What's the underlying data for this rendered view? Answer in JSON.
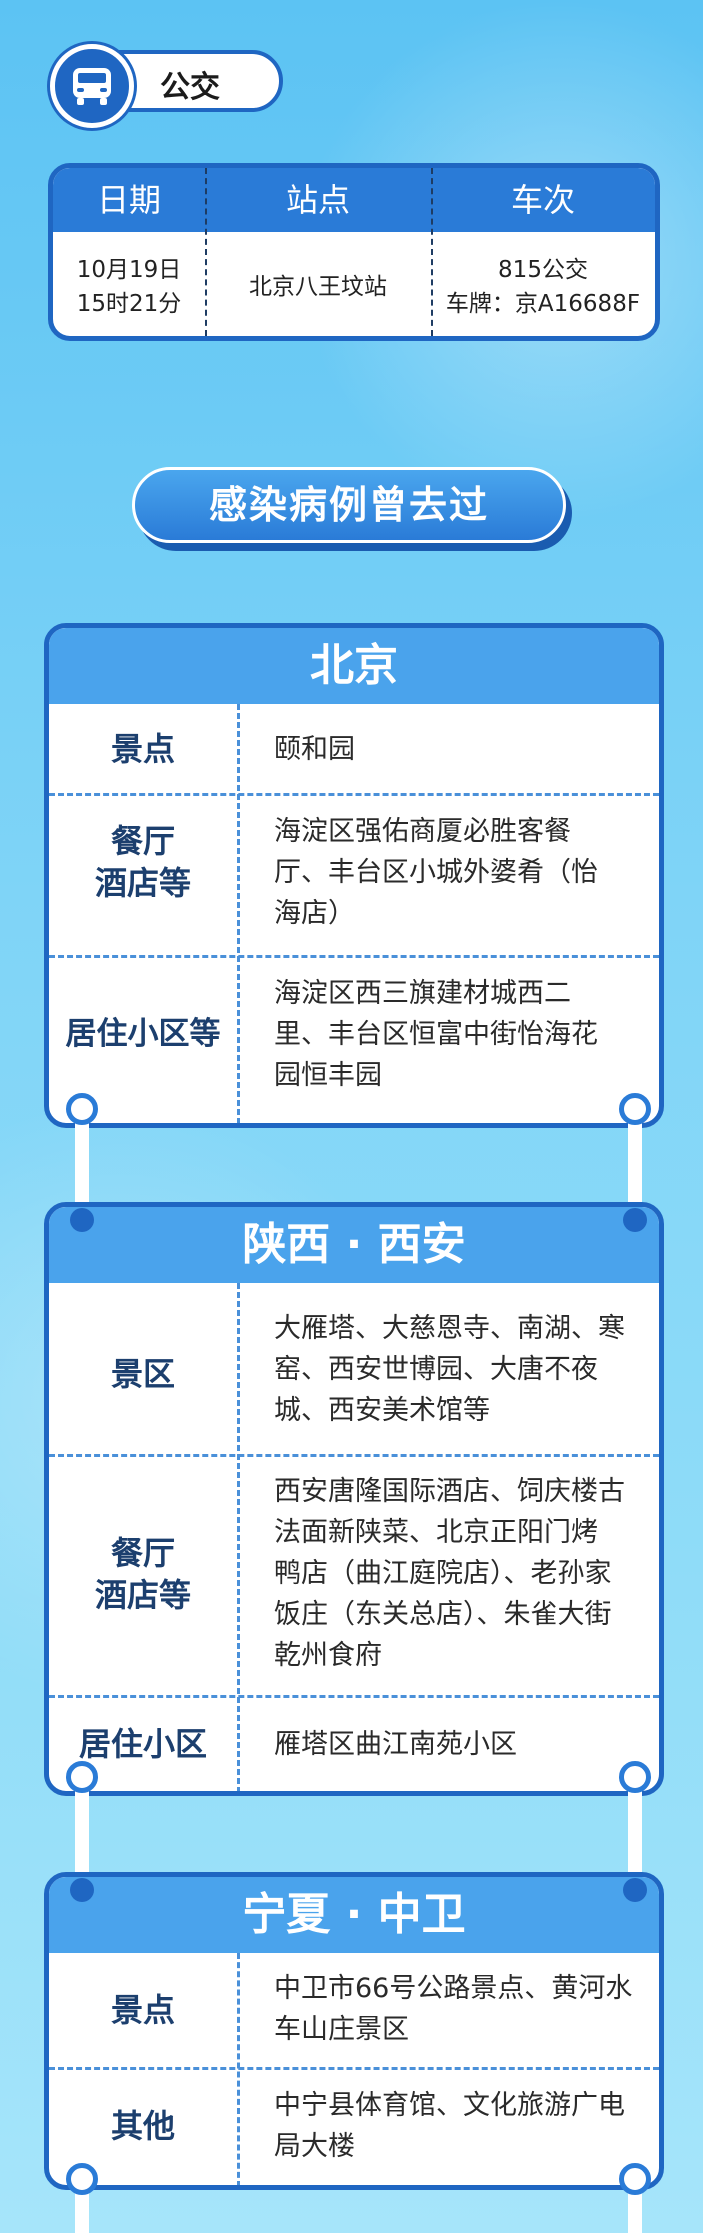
{
  "bus": {
    "label": "公交",
    "icon": "bus-icon",
    "headers": [
      "日期",
      "站点",
      "车次"
    ],
    "row": {
      "date_line1": "10月19日",
      "date_line2": "15时21分",
      "station": "北京八王坟站",
      "route_line1": "815公交",
      "route_line2": "车牌：京A16688F"
    }
  },
  "section_title": "感染病例曾去过",
  "cards": [
    {
      "title": "北京",
      "rows": [
        {
          "label": "景点",
          "text": [
            "颐和园"
          ]
        },
        {
          "label": [
            "餐厅",
            "酒店等"
          ],
          "text": [
            "海淀区强佑商厦必胜客餐",
            "厅、丰台区小城外婆肴（怡",
            "海店）"
          ]
        },
        {
          "label": "居住小区等",
          "text": [
            "海淀区西三旗建材城西二",
            "里、丰台区恒富中街怡海花",
            "园恒丰园"
          ]
        }
      ]
    },
    {
      "title": "陕西 · 西安",
      "rows": [
        {
          "label": "景区",
          "text": [
            "大雁塔、大慈恩寺、南湖、寒",
            "窑、西安世博园、大唐不夜",
            "城、西安美术馆等"
          ]
        },
        {
          "label": [
            "餐厅",
            "酒店等"
          ],
          "text": [
            "西安唐隆国际酒店、饲庆楼古",
            "法面新陕菜、北京正阳门烤",
            "鸭店（曲江庭院店）、老孙家",
            "饭庄（东关总店）、朱雀大街",
            "乾州食府"
          ]
        },
        {
          "label": "居住小区",
          "text": [
            "雁塔区曲江南苑小区"
          ]
        }
      ]
    },
    {
      "title": "宁夏 · 中卫",
      "rows": [
        {
          "label": "景点",
          "text": [
            "中卫市66号公路景点、黄河水",
            "车山庄景区"
          ]
        },
        {
          "label": "其他",
          "text": [
            "中宁县体育馆、文化旅游广电",
            "局大楼"
          ]
        }
      ]
    }
  ],
  "colors": {
    "primary": "#1f66c2",
    "header_blue": "#4aa3ec",
    "label_text": "#1c3f6e"
  }
}
